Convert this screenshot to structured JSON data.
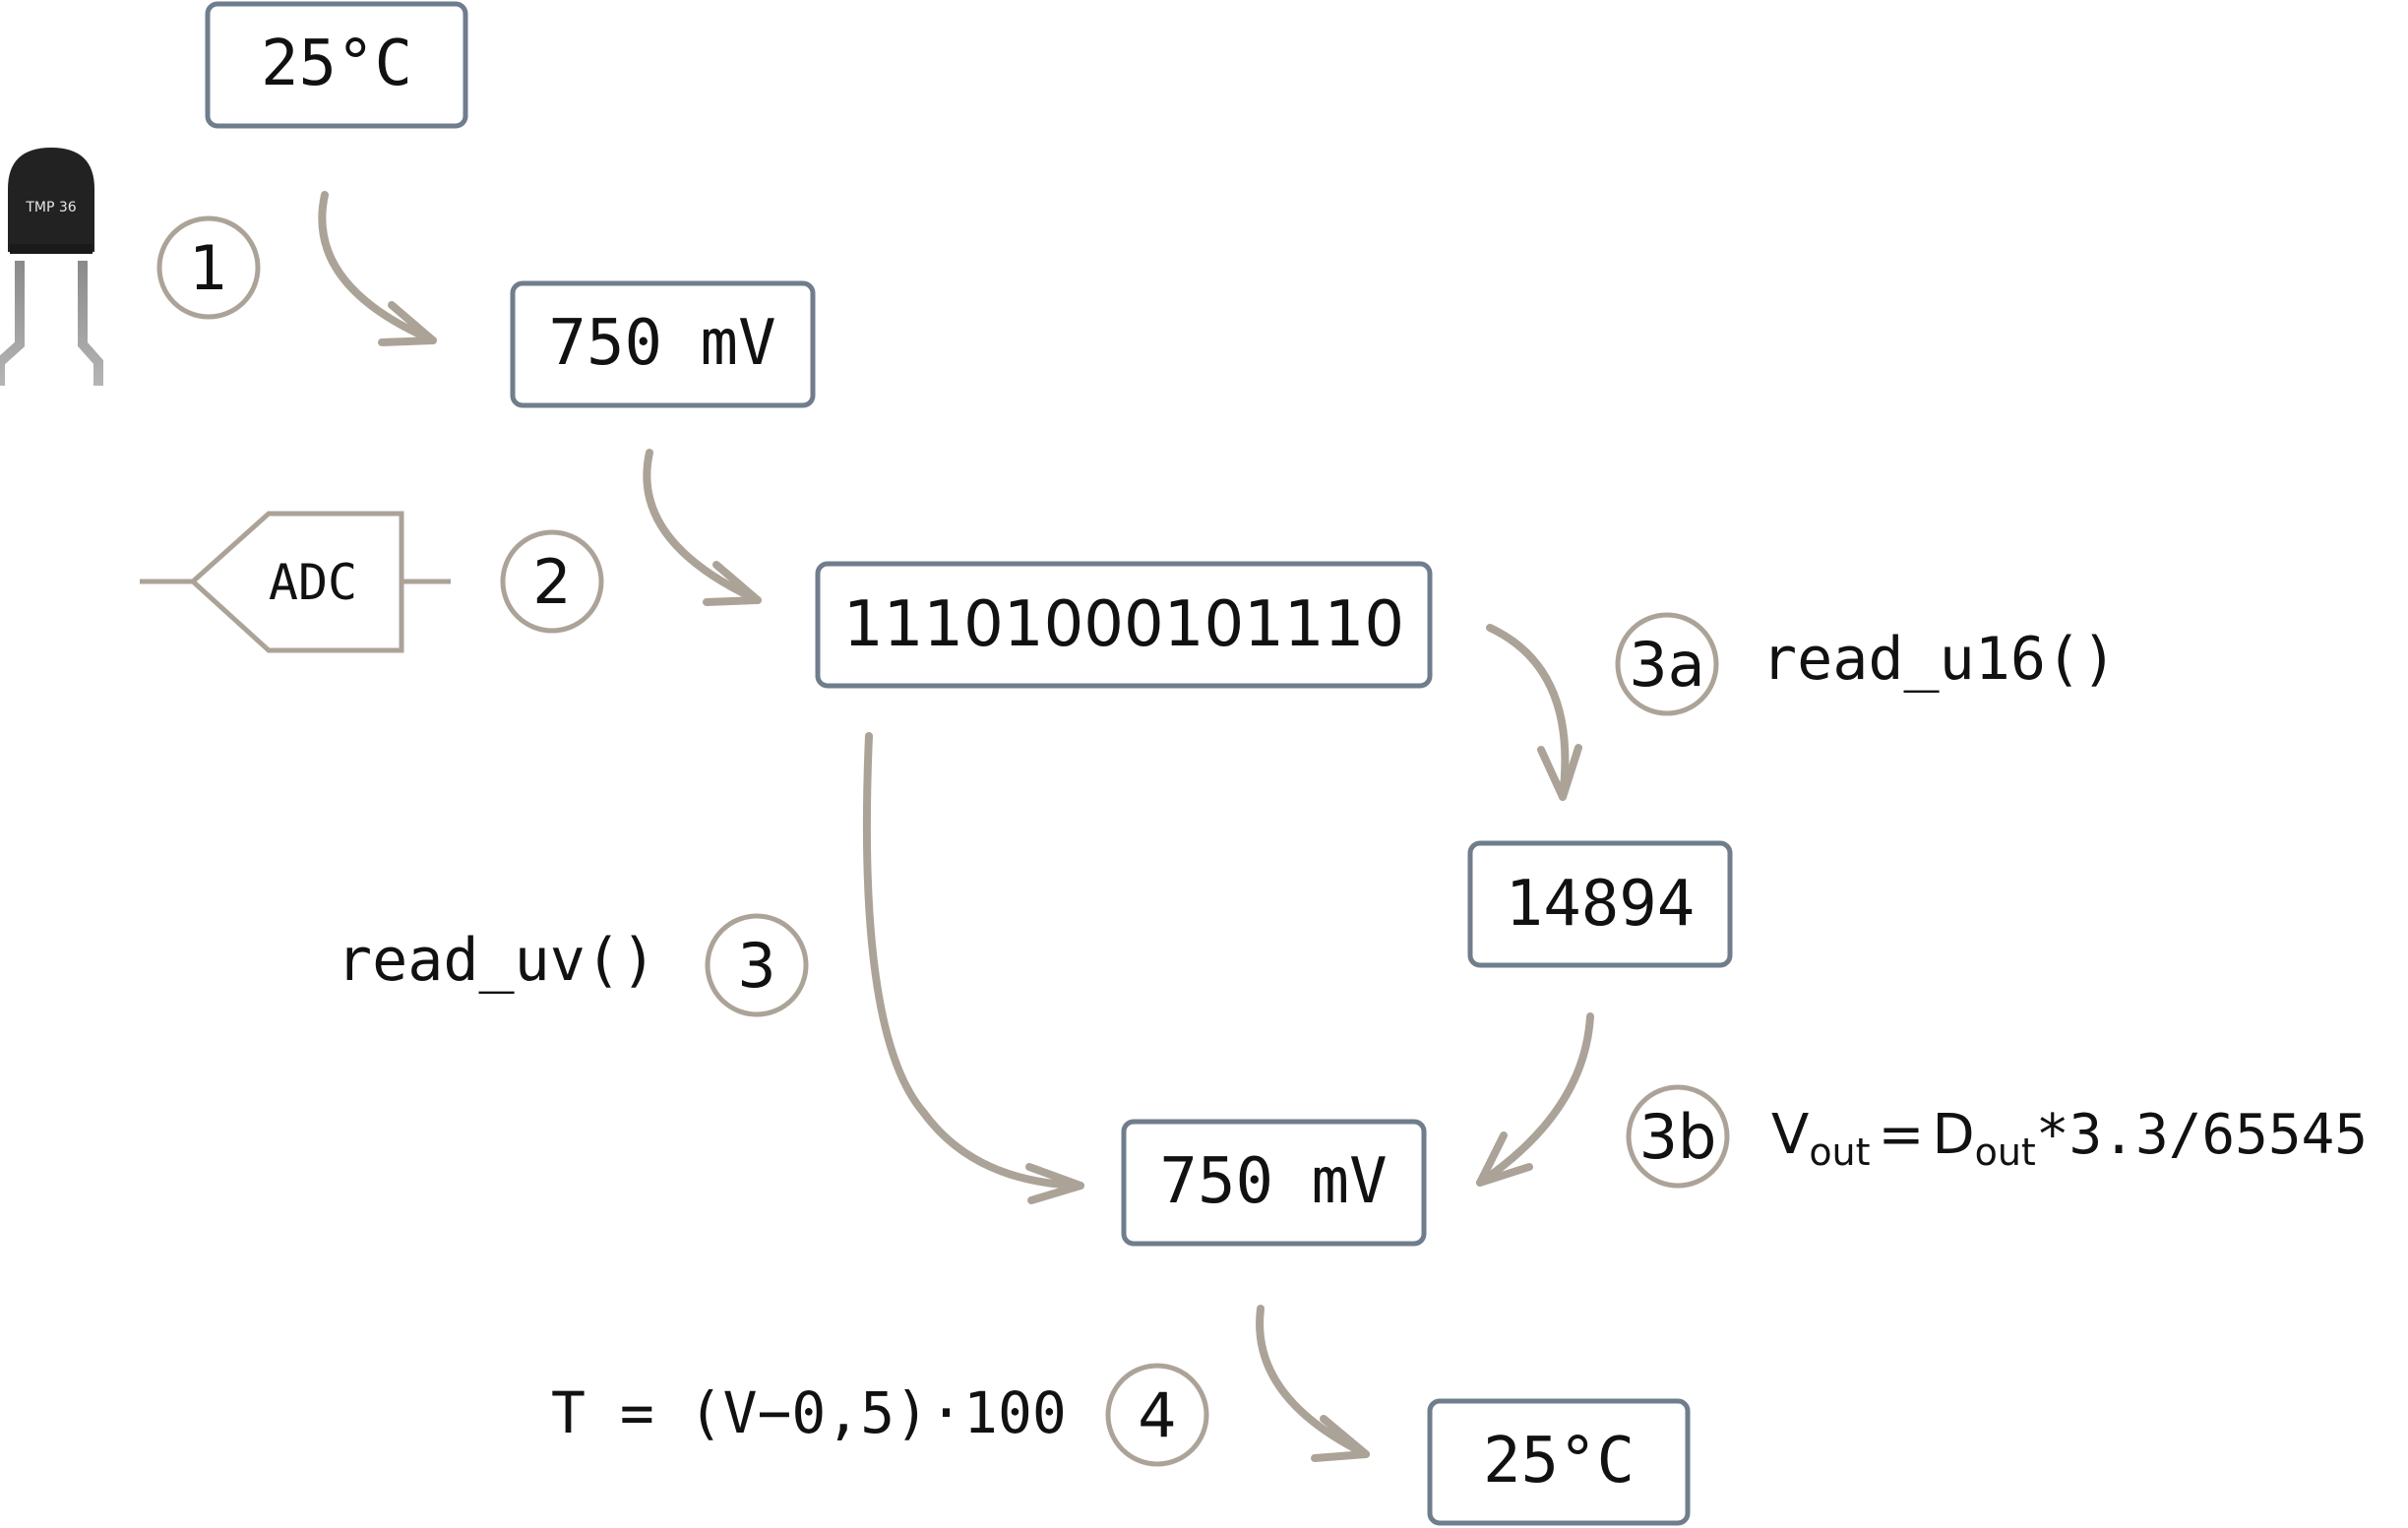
{
  "colors": {
    "box_border": "#6f7d8c",
    "arrow": "#aca398",
    "circle": "#aca398",
    "text": "#111111",
    "sensor_body": "#222222",
    "sensor_leg": "#9a9a9a"
  },
  "sensor": {
    "label": "TMP 36",
    "icon": "tmp36-sensor-icon"
  },
  "adc": {
    "label": "ADC",
    "icon": "adc-symbol-icon"
  },
  "boxes": {
    "temp_in": "25°C",
    "mv_1": "750 mV",
    "binary": "11101000101110",
    "raw": "14894",
    "mv_2": "750 mV",
    "temp_out": "25°C"
  },
  "steps": {
    "s1": "1",
    "s2": "2",
    "s3": "3",
    "s3a": "3a",
    "s3b": "3b",
    "s4": "4"
  },
  "labels": {
    "read_u16": "read_u16()",
    "read_uv": "read_uv()",
    "formula_3b": {
      "v": "V",
      "v_sub": "out",
      "eq": "=",
      "d": "D",
      "d_sub": "out",
      "rest": "*3.3/65545"
    },
    "formula_4": "T = (V−0,5)·100"
  }
}
